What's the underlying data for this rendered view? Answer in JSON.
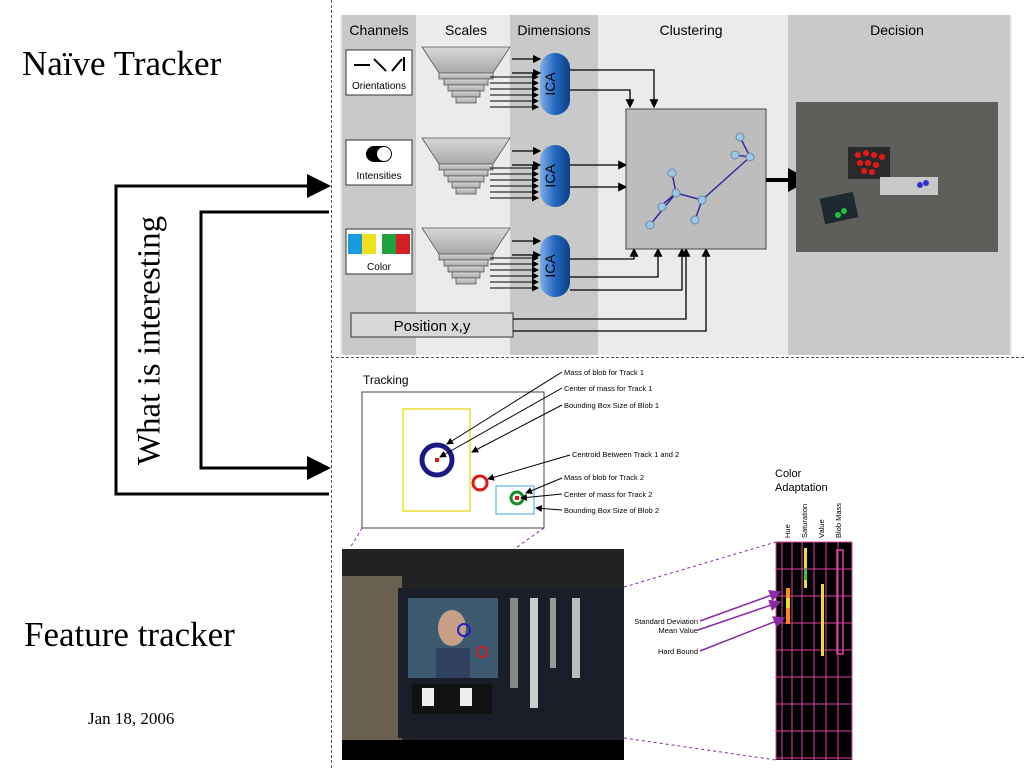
{
  "slide": {
    "title_top": "Naïve Tracker",
    "title_bottom": "Feature tracker",
    "date": "Jan 18, 2006",
    "vertical_label": "What is interesting"
  },
  "pipeline": {
    "headers": {
      "channels": "Channels",
      "scales": "Scales",
      "dimensions": "Dimensions",
      "clustering": "Clustering",
      "decision": "Decision"
    },
    "channels": {
      "orientations": "Orientations",
      "intensities": "Intensities",
      "color": "Color"
    },
    "ica_label": "ICA",
    "position": "Position x,y"
  },
  "tracking": {
    "title": "Tracking",
    "annotations": {
      "mass1": "Mass of blob for Track 1",
      "center1": "Center of mass for Track 1",
      "bbox1": "Bounding Box Size of Blob 1",
      "centroid": "Centroid Between Track 1 and 2",
      "mass2": "Mass of blob for Track 2",
      "center2": "Center of mass for Track 2",
      "bbox2": "Bounding Box Size of Blob 2"
    }
  },
  "color_adaptation": {
    "title_line1": "Color",
    "title_line2": "Adaptation",
    "columns": [
      "Hue",
      "Saturation",
      "Value",
      "Blob Mass"
    ],
    "legend": {
      "std": "Standard Deviation",
      "mean": "Mean Value",
      "hard": "Hard Bound"
    }
  },
  "colors": {
    "panel_gray": "#c9c9c9",
    "ica_blue": "#1d5fae",
    "track_navy": "#1a1a80",
    "track_red": "#e01818",
    "track_green": "#1a8a2a",
    "bbox_yellow": "#e8e030",
    "bbox_cyan": "#5fb8e0",
    "grid_magenta": "#e040a0",
    "arrow_purple": "#8a2aa8"
  }
}
